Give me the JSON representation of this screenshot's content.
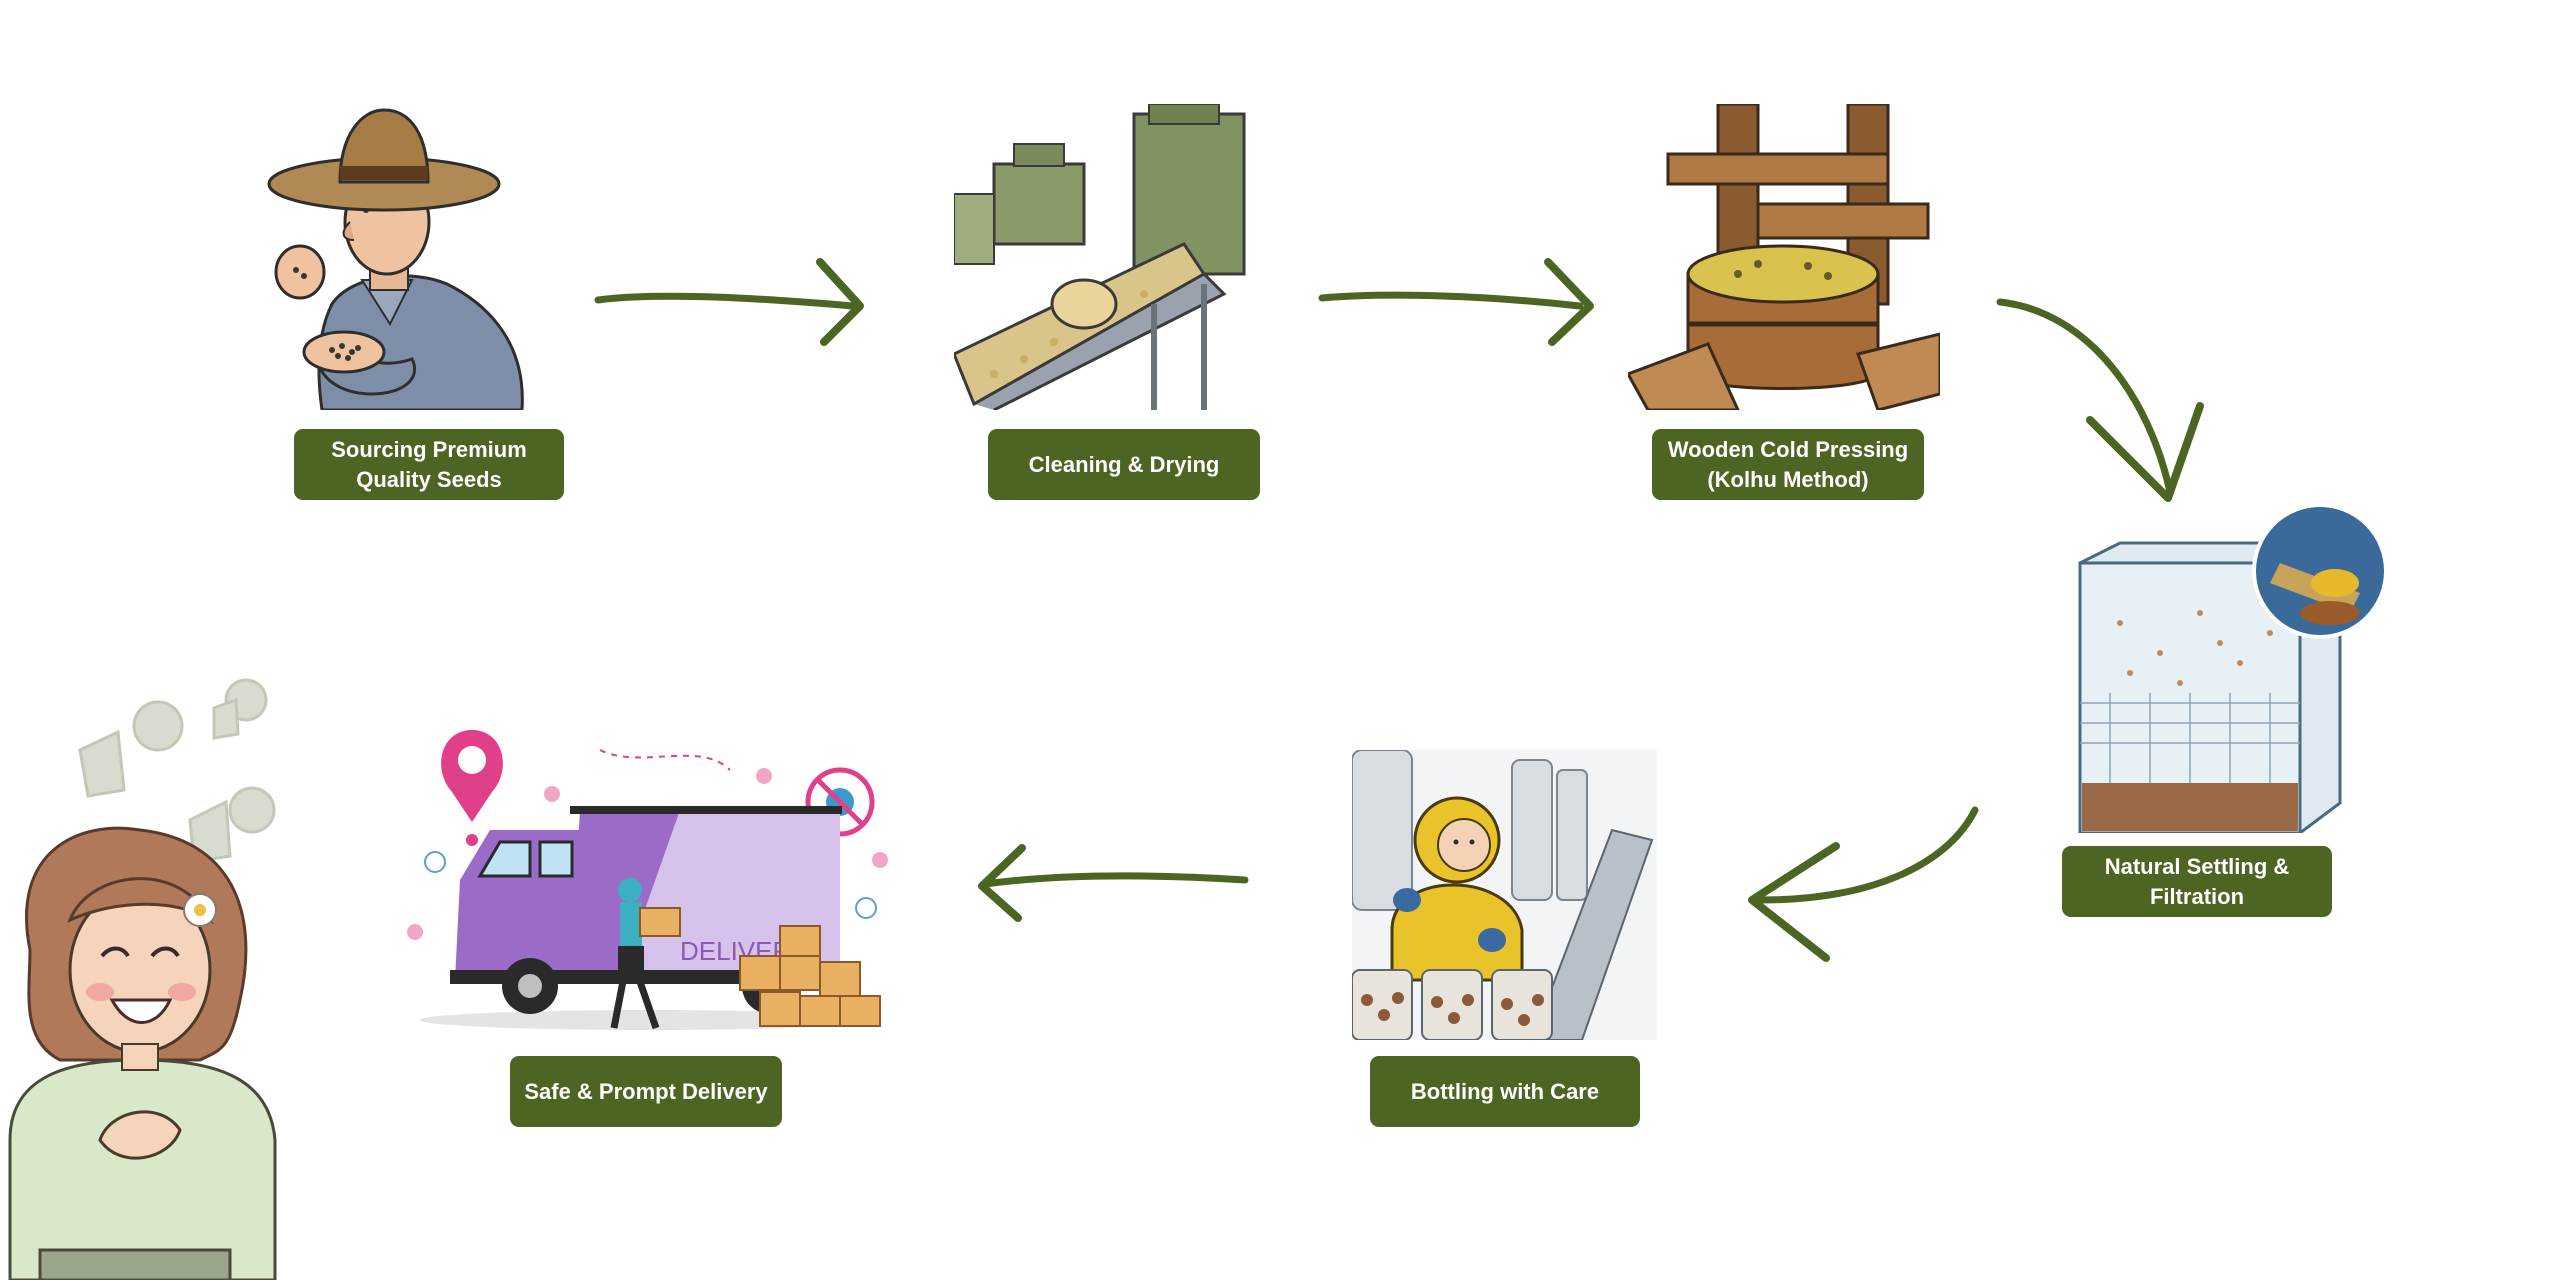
{
  "steps": [
    {
      "label": "Sourcing Premium\nQuality Seeds",
      "icon": "farmer-with-seeds-illustration"
    },
    {
      "label": "Cleaning & Drying",
      "icon": "seed-cleaning-conveyor-illustration"
    },
    {
      "label": "Wooden Cold Pressing\n(Kolhu Method)",
      "icon": "wooden-kolhu-press-illustration"
    },
    {
      "label": "Natural Settling &\nFiltration",
      "icon": "settling-filtration-tank-illustration"
    },
    {
      "label": "Bottling with Care",
      "icon": "bottling-worker-illustration"
    },
    {
      "label": "Safe & Prompt Delivery",
      "icon": "delivery-truck-illustration"
    }
  ],
  "truck_text": "DELIVERY",
  "colors": {
    "label_bg": "#4d6523",
    "label_text": "#ffffff",
    "arrow": "#4d6523",
    "truck": "#9b6bc8",
    "pin": "#e0408a"
  },
  "decoration": {
    "icon": "happy-customer-thumbs-up-illustration"
  }
}
